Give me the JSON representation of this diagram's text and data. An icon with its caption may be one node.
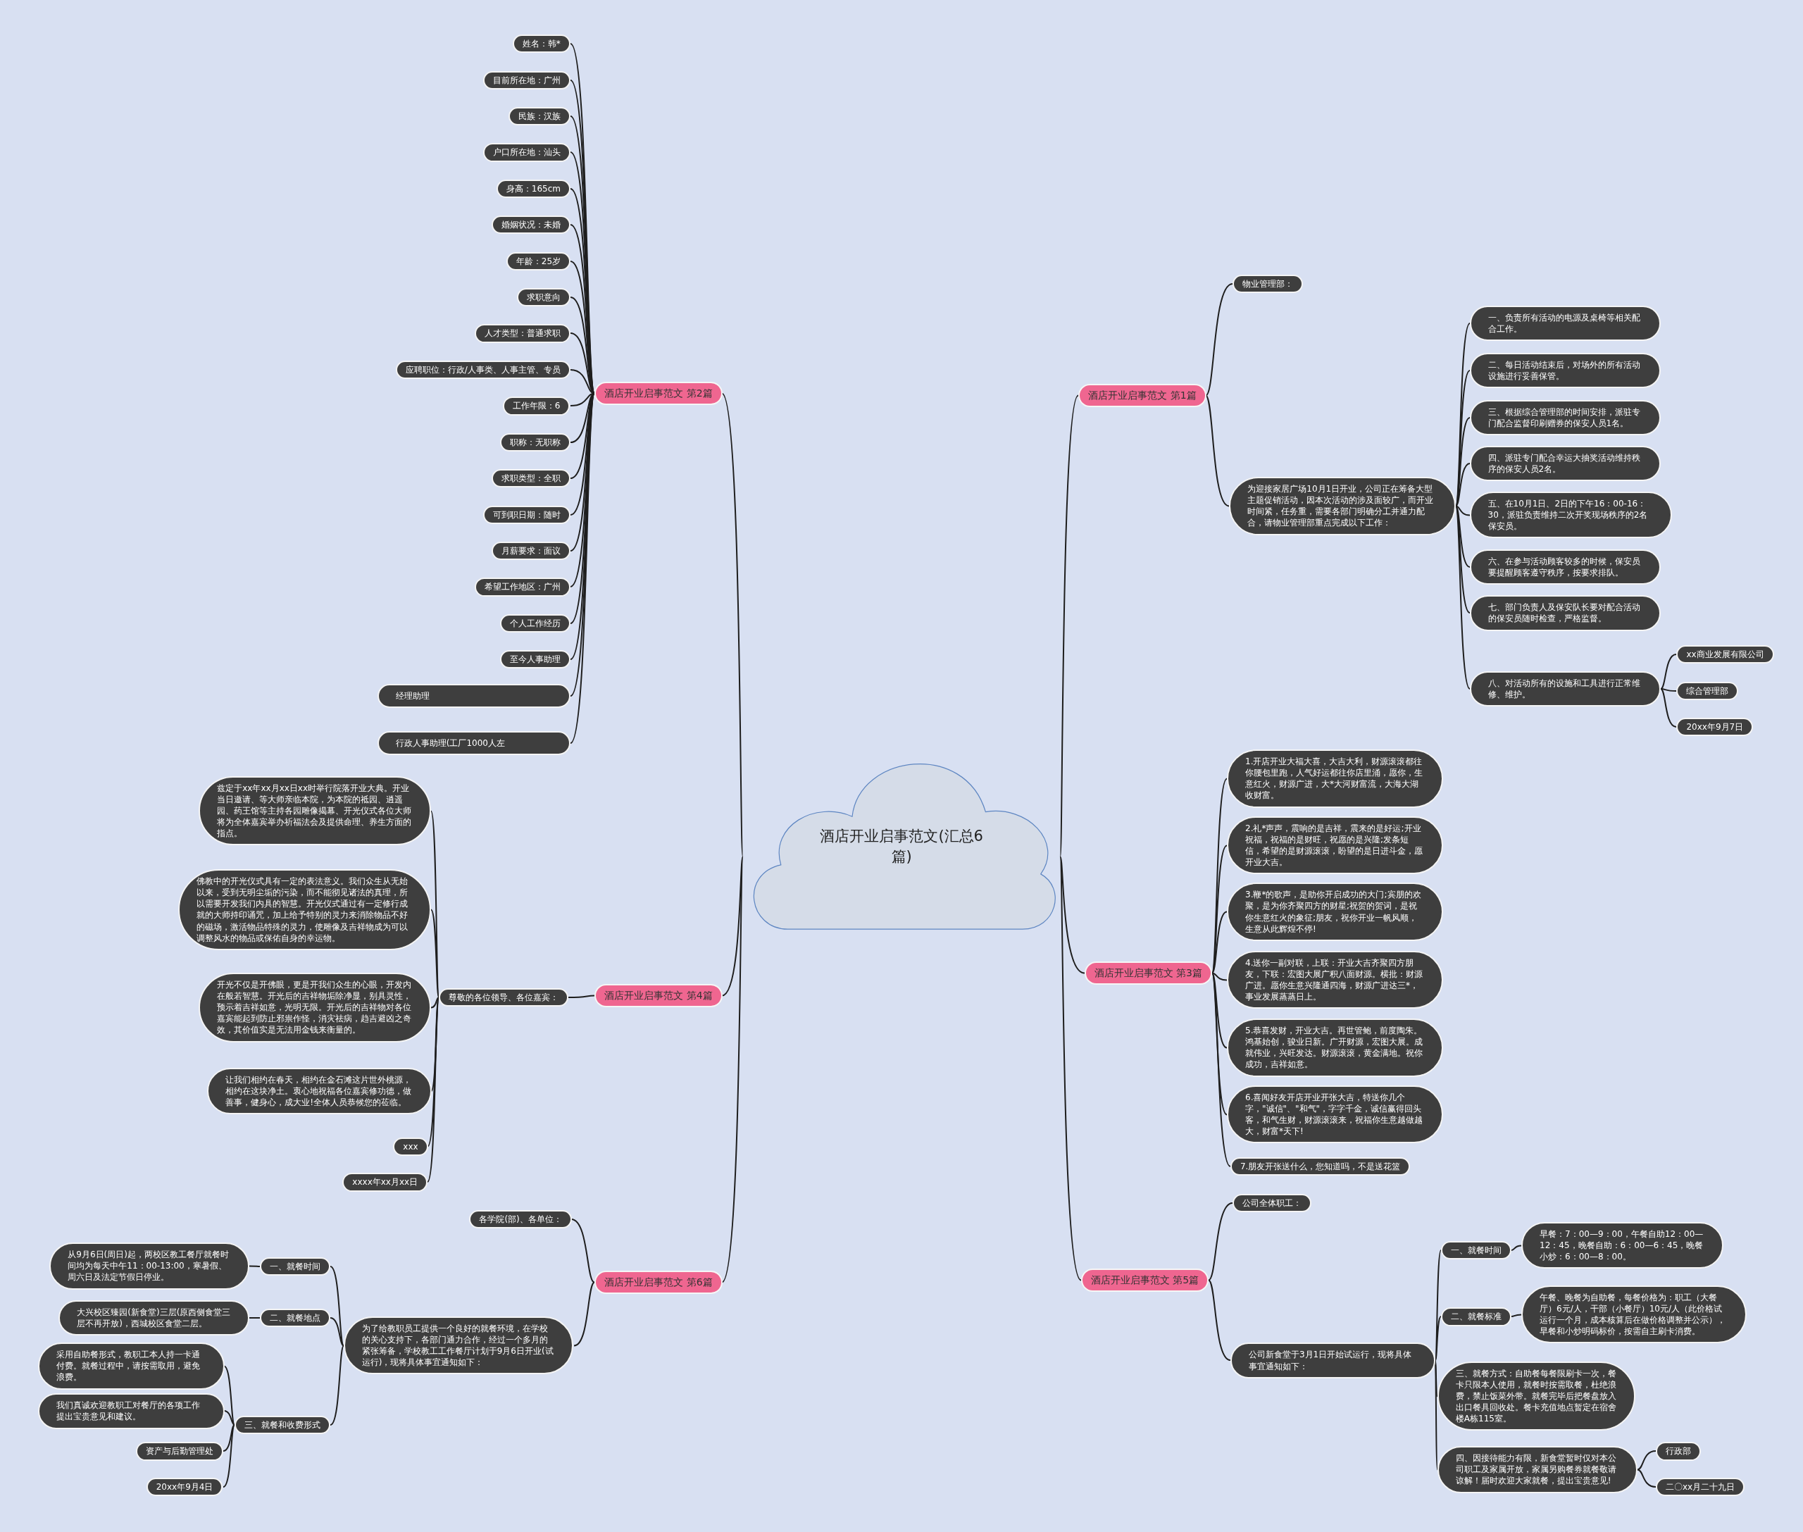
{
  "diagram": {
    "nodes": [
      {
        "text": [
          "酒店开业启事范文(汇总6篇)"
        ]
      },
      {
        "text": [
          "酒店开业启事范文 第1篇"
        ]
      },
      {
        "text": [
          "物业管理部："
        ]
      },
      {
        "text": [
          "为迎接家居广场10月1日开业，公司正在筹备大型主题促销活动，因本次活动的涉及面较广，而开业时间紧，任务重，需要各部门明确分工并通力配合，请物业管理部重点完成以下工作："
        ]
      },
      {
        "text": [
          "一、负责所有活动的电源及桌椅等相关配合工作。"
        ]
      },
      {
        "text": [
          "二、每日活动结束后，对场外的所有活动设施进行妥善保管。"
        ]
      },
      {
        "text": [
          "三、根据综合管理部的时间安排，派驻专门配合监督印刷赠券的保安人员1名。"
        ]
      },
      {
        "text": [
          "四、派驻专门配合幸运大抽奖活动维持秩序的保安人员2名。"
        ]
      },
      {
        "text": [
          "五、在10月1日、2日的下午16：00-16：30，派驻负责维持二次开奖现场秩序的2名保安员。"
        ]
      },
      {
        "text": [
          "六、在参与活动顾客较多的时候，保安员要提醒顾客遵守秩序，按要求排队。"
        ]
      },
      {
        "text": [
          "七、部门负责人及保安队长要对配合活动的保安员随时检查，严格监督。"
        ]
      },
      {
        "text": [
          "八、对活动所有的设施和工具进行正常维修、维护。"
        ]
      },
      {
        "text": [
          "xx商业发展有限公司"
        ]
      },
      {
        "text": [
          "综合管理部"
        ]
      },
      {
        "text": [
          "20xx年9月7日"
        ]
      },
      {
        "text": [
          "酒店开业启事范文 第3篇"
        ]
      },
      {
        "text": [
          "1.开店开业大福大喜，大吉大利，财源滚滚都往你腰包里跑，人气好运都往你店里涌，愿你，生意红火，财源广进，大*大河财富流，大海大湖收财富。"
        ]
      },
      {
        "text": [
          "2.礼*声声，震响的是吉祥，震来的是好运;开业祝福，祝福的是财旺，祝愿的是兴隆;发条短信，希望的是财源滚滚，盼望的是日进斗金，愿开业大吉。"
        ]
      },
      {
        "text": [
          "3.鞭*的歌声，是助你开启成功的大门;宾朋的欢聚，是为你齐聚四方的财星;祝贺的贺词，是祝你生意红火的象征;朋友，祝你开业一帆风顺，生意从此辉煌不停!"
        ]
      },
      {
        "text": [
          "4.送你一副对联，上联：开业大吉齐聚四方朋友，下联：宏图大展广积八面财源。横批：财源广进。愿你生意兴隆通四海，财源广进达三*，事业发展蒸蒸日上。"
        ]
      },
      {
        "text": [
          "5.恭喜发财，开业大吉。再世管鲍，前度陶朱。鸿基始创，骏业日新。广开财源，宏图大展。成就伟业，兴旺发达。财源滚滚，黄金满地。祝你成功，吉祥如意。"
        ]
      },
      {
        "text": [
          "6.喜闻好友开店开业开张大吉，特送你几个字，\"诚信\"、\"和气\"，字字千金，诚信赢得回头客，和气生财，财源滚滚来，祝福你生意越做越大，财富*天下!"
        ]
      },
      {
        "text": [
          "7.朋友开张送什么，您知道吗，不是送花篮"
        ]
      },
      {
        "text": [
          "酒店开业启事范文 第5篇"
        ]
      },
      {
        "text": [
          "公司全体职工："
        ]
      },
      {
        "text": [
          "公司新食堂于3月1日开始试运行，现将具体事宜通知如下："
        ]
      },
      {
        "text": [
          "一、就餐时间"
        ]
      },
      {
        "text": [
          "早餐：7：00—9：00，午餐自助12：00—12：45，晚餐自助：6：00—6：45，晚餐小炒：6：00—8：00。"
        ]
      },
      {
        "text": [
          "二、就餐标准"
        ]
      },
      {
        "text": [
          "午餐、晚餐为自助餐，每餐价格为：职工（大餐厅）6元/人，干部（小餐厅）10元/人（此价格试运行一个月，成本核算后在做价格调整并公示），早餐和小炒明码标价，按需自主刷卡消费。"
        ]
      },
      {
        "text": [
          "三、就餐方式：自助餐每餐限刷卡一次，餐卡只限本人使用，就餐时按需取餐，杜绝浪费，禁止饭菜外带。就餐完毕后把餐盘放入出口餐具回收处。餐卡充值地点暂定在宿舍楼A栋115室。"
        ]
      },
      {
        "text": [
          "四、因接待能力有限，新食堂暂时仅对本公司职工及家属开放，家属另购餐券就餐敬请谅解！届时欢迎大家就餐，提出宝贵意见!"
        ]
      },
      {
        "text": [
          "行政部"
        ]
      },
      {
        "text": [
          "二〇xx月二十九日"
        ]
      },
      {
        "text": [
          "酒店开业启事范文 第2篇"
        ]
      },
      {
        "text": [
          "姓名：韩*"
        ]
      },
      {
        "text": [
          "目前所在地：广州"
        ]
      },
      {
        "text": [
          "民族：汉族"
        ]
      },
      {
        "text": [
          "户口所在地：汕头"
        ]
      },
      {
        "text": [
          "身高：165cm"
        ]
      },
      {
        "text": [
          "婚姻状况：未婚"
        ]
      },
      {
        "text": [
          "年龄：25岁"
        ]
      },
      {
        "text": [
          "求职意向"
        ]
      },
      {
        "text": [
          "人才类型：普通求职"
        ]
      },
      {
        "text": [
          "应聘职位：行政/人事类、人事主管、专员"
        ]
      },
      {
        "text": [
          "工作年限：6"
        ]
      },
      {
        "text": [
          "职称：无职称"
        ]
      },
      {
        "text": [
          "求职类型：全职"
        ]
      },
      {
        "text": [
          "可到职日期：随时"
        ]
      },
      {
        "text": [
          "月薪要求：面议"
        ]
      },
      {
        "text": [
          "希望工作地区：广州"
        ]
      },
      {
        "text": [
          "个人工作经历"
        ]
      },
      {
        "text": [
          "至今人事助理"
        ]
      },
      {
        "text": [
          "经理助理"
        ]
      },
      {
        "text": [
          "行政人事助理(工厂1000人左"
        ]
      },
      {
        "text": [
          "酒店开业启事范文 第4篇"
        ]
      },
      {
        "text": [
          "尊敬的各位领导、各位嘉宾："
        ]
      },
      {
        "text": [
          "兹定于xx年xx月xx日xx时举行院落开业大典。开业当日邀请、等大师亲临本院，为本院的祗园、逍遥园、药王馆等主持各园雕像揭幕、开光仪式各位大师将为全体嘉宾举办祈福法会及提供命理、养生方面的指点。"
        ]
      },
      {
        "text": [
          "佛教中的开光仪式具有一定的表法意义。我们众生从无始以来，受到无明尘垢的污染，而不能彻见诸法的真理，所以需要开发我们内具的智慧。开光仪式通过有一定修行成就的大师持印诵咒，加上给予特别的灵力来消除物品不好的磁场，激活物品特殊的灵力，使雕像及吉祥物成为可以调整风水的物品或保佑自身的幸运物。"
        ]
      },
      {
        "text": [
          "开光不仅是开佛眼，更是开我们众生的心眼，开发内在般若智慧。开光后的吉祥物垢除净显，别具灵性，预示着吉祥如意，光明无限。开光后的吉祥物对各位嘉宾能起到防止邪祟作怪，消灾祛病，趋吉避凶之奇效，其价值实是无法用金钱来衡量的。"
        ]
      },
      {
        "text": [
          "让我们相约在春天，相约在金石滩这片世外桃源，相约在这块净土。衷心地祝福各位嘉宾修功德，做善事，健身心，成大业!全体人员恭候您的莅临。"
        ]
      },
      {
        "text": [
          "xxx"
        ]
      },
      {
        "text": [
          "xxxx年xx月xx日"
        ]
      },
      {
        "text": [
          "酒店开业启事范文 第6篇"
        ]
      },
      {
        "text": [
          "各学院(部)、各单位："
        ]
      },
      {
        "text": [
          "为了给教职员工提供一个良好的就餐环境，在学校的关心支持下，各部门通力合作，经过一个多月的紧张筹备，学校教工工作餐厅计划于9月6日开业(试运行)，现将具体事宜通知如下："
        ]
      },
      {
        "text": [
          "一、就餐时间"
        ]
      },
      {
        "text": [
          "从9月6日(周日)起，两校区教工餐厅就餐时间均为每天中午11：00-13:00，寒暑假、周六日及法定节假日停业。"
        ]
      },
      {
        "text": [
          "二、就餐地点"
        ]
      },
      {
        "text": [
          "大兴校区臻园(新食堂)三层(原西侧食堂三层不再开放)，西城校区食堂二层。"
        ]
      },
      {
        "text": [
          "三、就餐和收费形式"
        ]
      },
      {
        "text": [
          "采用自助餐形式，教职工本人持一卡通付费。就餐过程中，请按需取用，避免浪费。"
        ]
      },
      {
        "text": [
          "我们真诚欢迎教职工对餐厅的各项工作提出宝贵意见和建议。"
        ]
      },
      {
        "text": [
          "资产与后勤管理处"
        ]
      },
      {
        "text": [
          "20xx年9月4日"
        ]
      }
    ],
    "edges": [
      {
        "from": 0,
        "to": 1,
        "arrow": "none"
      },
      {
        "from": 0,
        "to": 15,
        "arrow": "none"
      },
      {
        "from": 0,
        "to": 23,
        "arrow": "none"
      },
      {
        "from": 0,
        "to": 34,
        "arrow": "none"
      },
      {
        "from": 0,
        "to": 55,
        "arrow": "none"
      },
      {
        "from": 0,
        "to": 63,
        "arrow": "none"
      },
      {
        "from": 1,
        "to": 2,
        "arrow": "none"
      },
      {
        "from": 1,
        "to": 3,
        "arrow": "none"
      },
      {
        "from": 3,
        "to": 4,
        "arrow": "none"
      },
      {
        "from": 3,
        "to": 5,
        "arrow": "none"
      },
      {
        "from": 3,
        "to": 6,
        "arrow": "none"
      },
      {
        "from": 3,
        "to": 7,
        "arrow": "none"
      },
      {
        "from": 3,
        "to": 8,
        "arrow": "none"
      },
      {
        "from": 3,
        "to": 9,
        "arrow": "none"
      },
      {
        "from": 3,
        "to": 10,
        "arrow": "none"
      },
      {
        "from": 3,
        "to": 11,
        "arrow": "none"
      },
      {
        "from": 11,
        "to": 12,
        "arrow": "none"
      },
      {
        "from": 11,
        "to": 13,
        "arrow": "none"
      },
      {
        "from": 11,
        "to": 14,
        "arrow": "none"
      },
      {
        "from": 15,
        "to": 16,
        "arrow": "none"
      },
      {
        "from": 15,
        "to": 17,
        "arrow": "none"
      },
      {
        "from": 15,
        "to": 18,
        "arrow": "none"
      },
      {
        "from": 15,
        "to": 19,
        "arrow": "none"
      },
      {
        "from": 15,
        "to": 20,
        "arrow": "none"
      },
      {
        "from": 15,
        "to": 21,
        "arrow": "none"
      },
      {
        "from": 15,
        "to": 22,
        "arrow": "none"
      },
      {
        "from": 23,
        "to": 24,
        "arrow": "none"
      },
      {
        "from": 23,
        "to": 25,
        "arrow": "none"
      },
      {
        "from": 25,
        "to": 26,
        "arrow": "none"
      },
      {
        "from": 26,
        "to": 27,
        "arrow": "none"
      },
      {
        "from": 25,
        "to": 28,
        "arrow": "none"
      },
      {
        "from": 28,
        "to": 29,
        "arrow": "none"
      },
      {
        "from": 25,
        "to": 30,
        "arrow": "none"
      },
      {
        "from": 25,
        "to": 31,
        "arrow": "none"
      },
      {
        "from": 31,
        "to": 32,
        "arrow": "none"
      },
      {
        "from": 31,
        "to": 33,
        "arrow": "none"
      },
      {
        "from": 34,
        "to": 35,
        "arrow": "none"
      },
      {
        "from": 34,
        "to": 36,
        "arrow": "none"
      },
      {
        "from": 34,
        "to": 37,
        "arrow": "none"
      },
      {
        "from": 34,
        "to": 38,
        "arrow": "none"
      },
      {
        "from": 34,
        "to": 39,
        "arrow": "none"
      },
      {
        "from": 34,
        "to": 40,
        "arrow": "none"
      },
      {
        "from": 34,
        "to": 41,
        "arrow": "none"
      },
      {
        "from": 34,
        "to": 42,
        "arrow": "none"
      },
      {
        "from": 34,
        "to": 43,
        "arrow": "none"
      },
      {
        "from": 34,
        "to": 44,
        "arrow": "none"
      },
      {
        "from": 34,
        "to": 45,
        "arrow": "none"
      },
      {
        "from": 34,
        "to": 46,
        "arrow": "none"
      },
      {
        "from": 34,
        "to": 47,
        "arrow": "none"
      },
      {
        "from": 34,
        "to": 48,
        "arrow": "none"
      },
      {
        "from": 34,
        "to": 49,
        "arrow": "none"
      },
      {
        "from": 34,
        "to": 50,
        "arrow": "none"
      },
      {
        "from": 34,
        "to": 51,
        "arrow": "none"
      },
      {
        "from": 34,
        "to": 52,
        "arrow": "none"
      },
      {
        "from": 34,
        "to": 53,
        "arrow": "none"
      },
      {
        "from": 34,
        "to": 54,
        "arrow": "none"
      },
      {
        "from": 55,
        "to": 56,
        "arrow": "none"
      },
      {
        "from": 56,
        "to": 57,
        "arrow": "none"
      },
      {
        "from": 56,
        "to": 58,
        "arrow": "none"
      },
      {
        "from": 56,
        "to": 59,
        "arrow": "none"
      },
      {
        "from": 56,
        "to": 60,
        "arrow": "none"
      },
      {
        "from": 56,
        "to": 61,
        "arrow": "none"
      },
      {
        "from": 56,
        "to": 62,
        "arrow": "none"
      },
      {
        "from": 63,
        "to": 64,
        "arrow": "none"
      },
      {
        "from": 63,
        "to": 65,
        "arrow": "none"
      },
      {
        "from": 65,
        "to": 66,
        "arrow": "none"
      },
      {
        "from": 66,
        "to": 67,
        "arrow": "none"
      },
      {
        "from": 65,
        "to": 68,
        "arrow": "none"
      },
      {
        "from": 68,
        "to": 69,
        "arrow": "none"
      },
      {
        "from": 65,
        "to": 70,
        "arrow": "none"
      },
      {
        "from": 70,
        "to": 71,
        "arrow": "none"
      },
      {
        "from": 70,
        "to": 72,
        "arrow": "none"
      },
      {
        "from": 70,
        "to": 73,
        "arrow": "none"
      },
      {
        "from": 70,
        "to": 74,
        "arrow": "none"
      }
    ]
  }
}
